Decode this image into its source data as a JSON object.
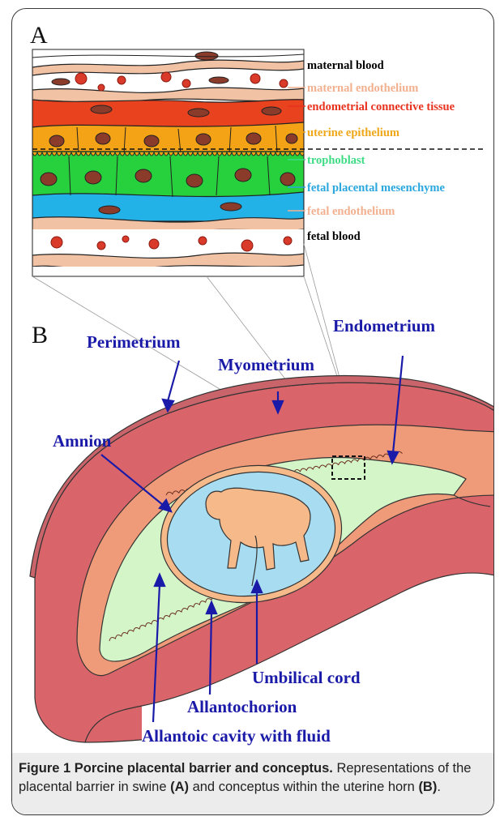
{
  "panel_a": {
    "letter": "A",
    "labels": {
      "maternal_blood": "maternal blood",
      "maternal_endothelium": "maternal endothelium",
      "endometrial_connective_tissue": "endometrial connective tissue",
      "uterine_epithelium": "uterine epithelium",
      "trophoblast": "trophoblast",
      "fetal_placental_mesenchyme": "fetal placental mesenchyme",
      "fetal_endothelium": "fetal endothelium",
      "fetal_blood": "fetal blood"
    },
    "label_colors": {
      "maternal_blood": "#000000",
      "maternal_endothelium": "#f2b08f",
      "endometrial_connective_tissue": "#e8321e",
      "uterine_epithelium": "#f0a81a",
      "trophoblast": "#3ddc84",
      "fetal_placental_mesenchyme": "#2aa7de",
      "fetal_endothelium": "#f2b08f",
      "fetal_blood": "#000000"
    }
  },
  "panel_b": {
    "letter": "B",
    "labels": {
      "perimetrium": "Perimetrium",
      "myometrium": "Myometrium",
      "endometrium": "Endometrium",
      "amnion": "Amnion",
      "umbilical_cord": "Umbilical cord",
      "allantochorion": "Allantochorion",
      "allantoic_cavity": "Allantoic cavity with fluid"
    },
    "label_color": "#1a1aa8",
    "colors": {
      "perimetrium": "#c9646a",
      "myometrium": "#d9656b",
      "endometrium": "#ef9a78",
      "allantoic_fluid": "#d4f5c8",
      "amniotic_fluid": "#a8dcf0",
      "fetus": "#f6b98a"
    }
  },
  "caption": {
    "bold_lead": "Figure 1 Porcine placental barrier and conceptus.",
    "text_1": " Representations of the placental barrier in swine ",
    "ref_a": "(A)",
    "text_2": " and conceptus within the uterine horn ",
    "ref_b": "(B)",
    "text_3": "."
  }
}
